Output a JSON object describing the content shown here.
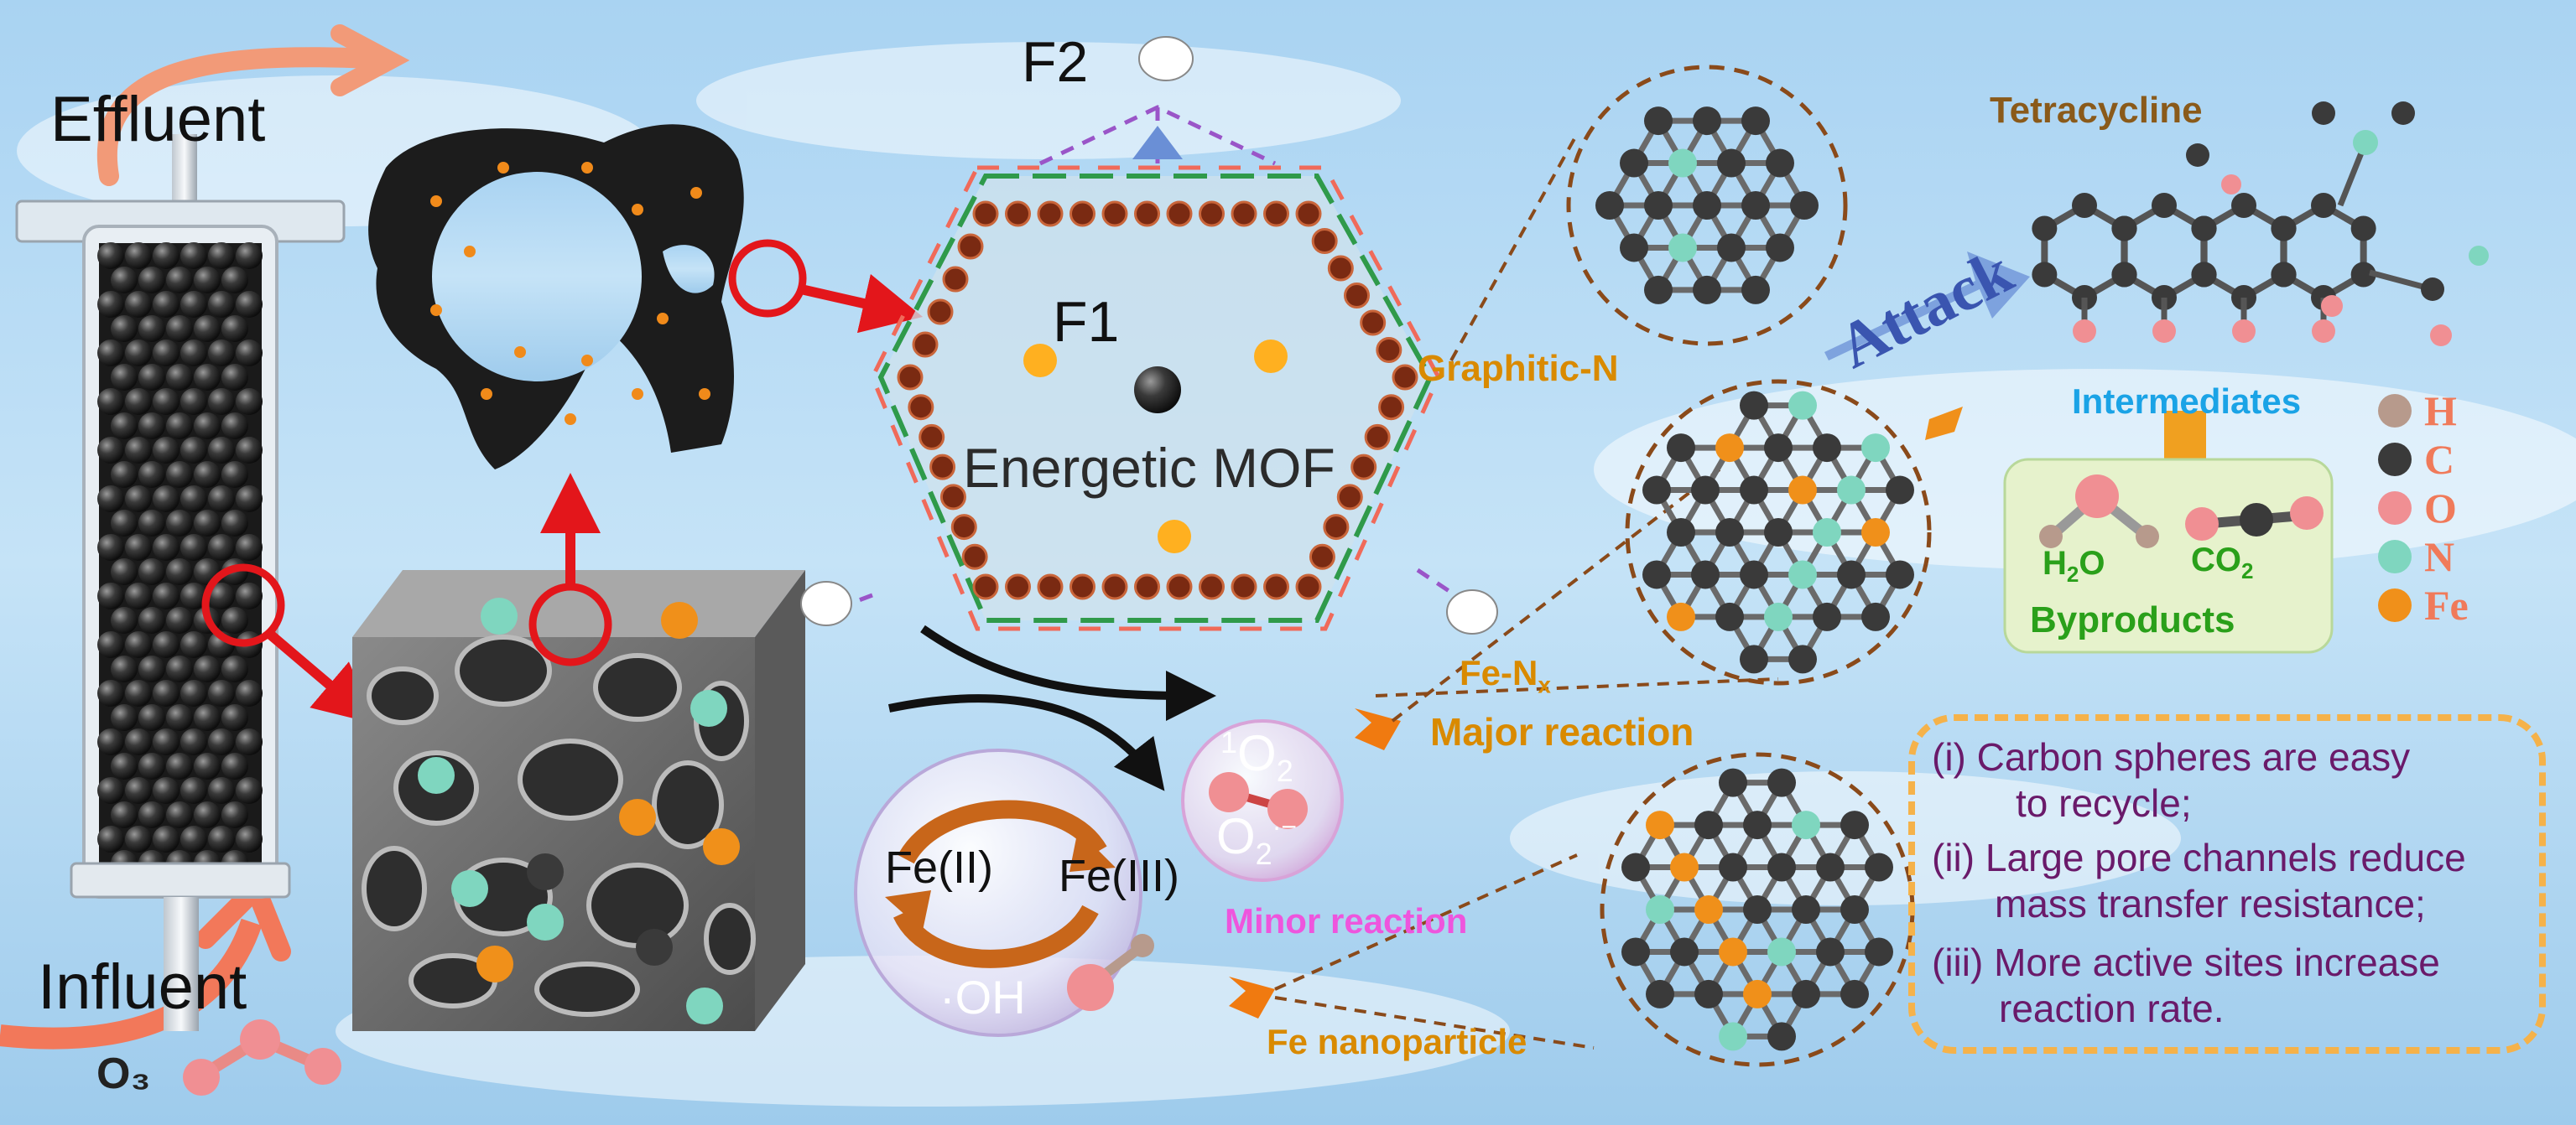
{
  "labels": {
    "effluent": "Effluent",
    "influent": "Influent",
    "ozone": "O₃",
    "f1": "F1",
    "f2": "F2",
    "energetic_mof": "Energetic MOF",
    "graphitic_n": "Graphitic-N",
    "fe_nx_main": "Fe-N",
    "fe_nx_sub": "x",
    "major_reaction": "Major reaction",
    "minor_reaction": "Minor reaction",
    "fe_nanoparticle": "Fe nanoparticle",
    "attack": "Attack",
    "tetracycline": "Tetracycline",
    "intermediates": "Intermediates",
    "h2o_main": "H",
    "h2o_sub": "2",
    "h2o_end": "O",
    "co2_main": "CO",
    "co2_sub": "2",
    "byproducts": "Byproducts"
  },
  "redox": {
    "fe2": "Fe(II)",
    "fe3": "Fe(III)",
    "oh": "·OH"
  },
  "ros": {
    "singlet_sup": "1",
    "singlet": "O",
    "singlet_sub": "2",
    "superoxide": "O",
    "superoxide_sub": "2",
    "superoxide_sup": "·−"
  },
  "legend": [
    {
      "symbol": "H",
      "color": "#b79a8c"
    },
    {
      "symbol": "C",
      "color": "#3a3a3a"
    },
    {
      "symbol": "O",
      "color": "#f08f93"
    },
    {
      "symbol": "N",
      "color": "#7fd6bf"
    },
    {
      "symbol": "Fe",
      "color": "#f0901a"
    }
  ],
  "notes": [
    {
      "line1": "(i) Carbon spheres are easy",
      "line2": "to recycle;"
    },
    {
      "line1": "(ii) Large pore channels reduce",
      "line2": "mass transfer resistance;"
    },
    {
      "line1": "(iii) More active sites increase",
      "line2": "reaction rate."
    }
  ],
  "colors": {
    "carbon": "#3a3a3a",
    "nitrogen": "#7fd6bf",
    "iron": "#f0901a",
    "oxygen": "#f08f93",
    "hydrogen": "#b79a8c",
    "red_marker": "#e3161b",
    "dashed_brown": "#8a4a1a",
    "dashed_purple": "#9a55c8"
  }
}
